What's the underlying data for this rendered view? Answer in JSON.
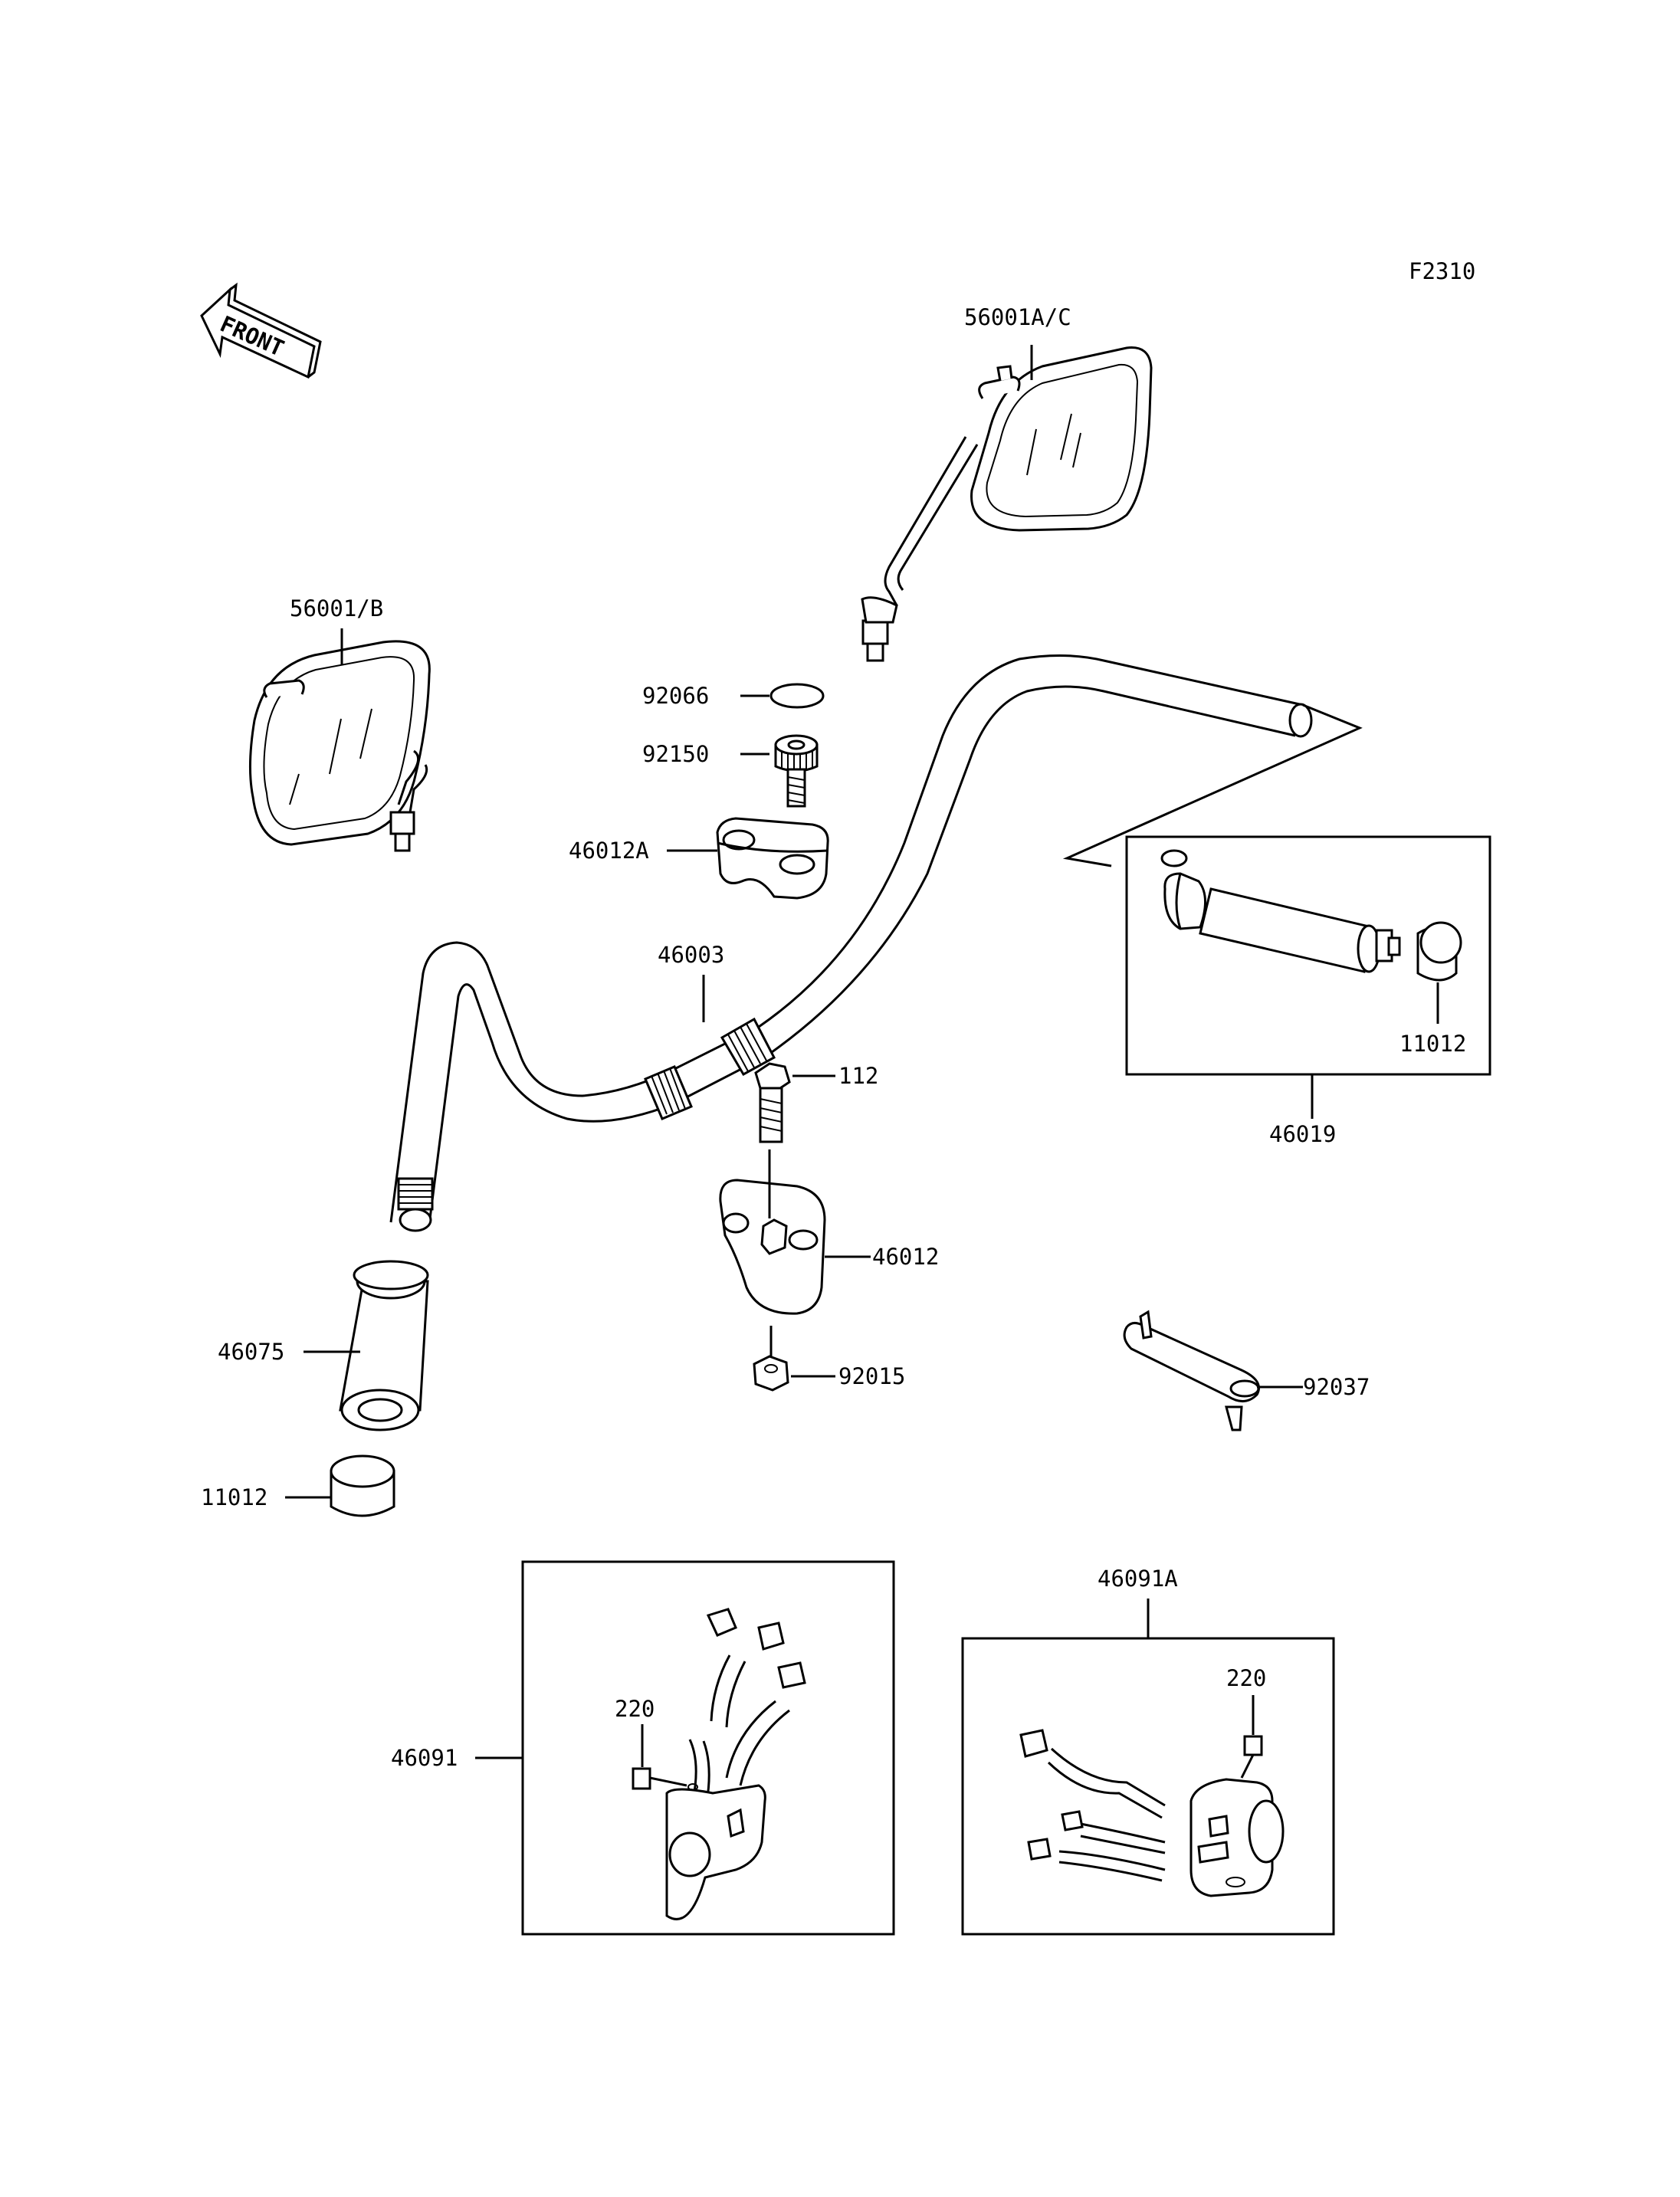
{
  "figure_code": "F2310",
  "front_label": "FRONT",
  "parts": {
    "mirror_right": "56001A/C",
    "mirror_left": "56001/B",
    "cap": "92066",
    "bolt_top": "92150",
    "holder_upper": "46012A",
    "handlebar": "46003",
    "bolt": "112",
    "holder": "46012",
    "nut": "92015",
    "grip_left": "46075",
    "weight_left": "11012",
    "grip_right_assy": "46019",
    "weight_right": "11012",
    "key": "92037",
    "switch_left": "46091",
    "screw_left": "220",
    "switch_right": "46091A",
    "screw_right": "220"
  }
}
